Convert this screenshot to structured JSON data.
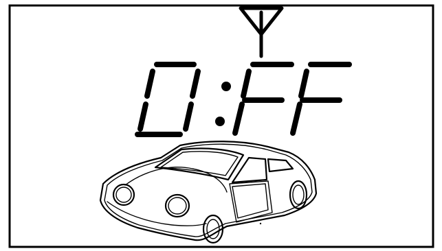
{
  "display": {
    "readout": "0:FF",
    "digits": [
      "0",
      ":",
      "F",
      "F"
    ],
    "ink_color": "#000000",
    "background_color": "#ffffff"
  },
  "icons": {
    "antenna": "antenna-icon",
    "car": "car-icon"
  }
}
